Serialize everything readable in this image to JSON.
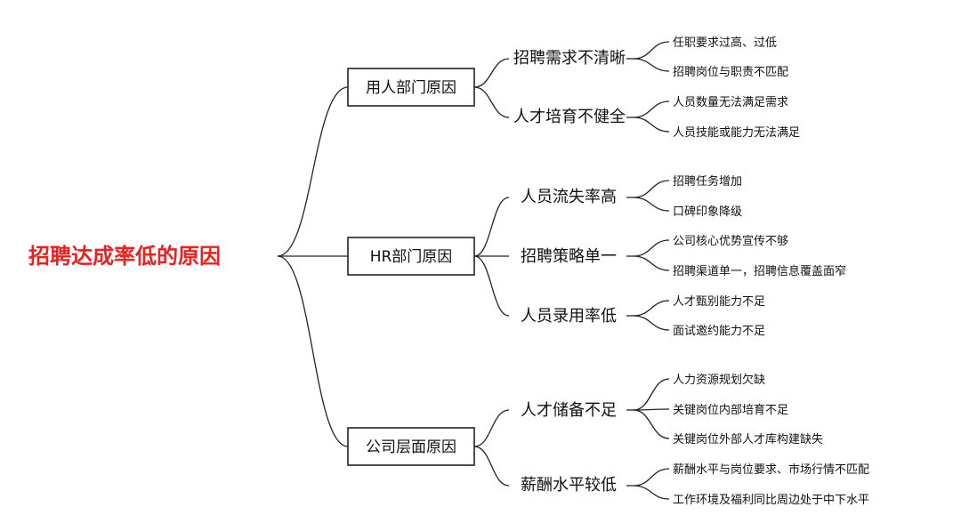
{
  "root": {
    "label": "招聘达成率低的原因"
  },
  "categories": [
    {
      "label": "用人部门原因",
      "children": [
        {
          "label": "招聘需求不清晰",
          "leaves": [
            "任职要求过高、过低",
            "招聘岗位与职责不匹配"
          ]
        },
        {
          "label": "人才培育不健全",
          "leaves": [
            "人员数量无法满足需求",
            "人员技能或能力无法满足"
          ]
        }
      ]
    },
    {
      "label": "HR部门原因",
      "children": [
        {
          "label": "人员流失率高",
          "leaves": [
            "招聘任务增加",
            "口碑印象降级"
          ]
        },
        {
          "label": "招聘策略单一",
          "leaves": [
            "公司核心优势宣传不够",
            "招聘渠道单一，招聘信息覆盖面窄"
          ]
        },
        {
          "label": "人员录用率低",
          "leaves": [
            "人才甄别能力不足",
            "面试邀约能力不足"
          ]
        }
      ]
    },
    {
      "label": "公司层面原因",
      "children": [
        {
          "label": "人才储备不足",
          "leaves": [
            "人力资源规划欠缺",
            "关键岗位内部培育不足",
            "关键岗位外部人才库构建缺失"
          ]
        },
        {
          "label": "薪酬水平较低",
          "leaves": [
            "薪酬水平与岗位要求、市场行情不匹配",
            "工作环境及福利同比周边处于中下水平"
          ]
        }
      ]
    }
  ]
}
